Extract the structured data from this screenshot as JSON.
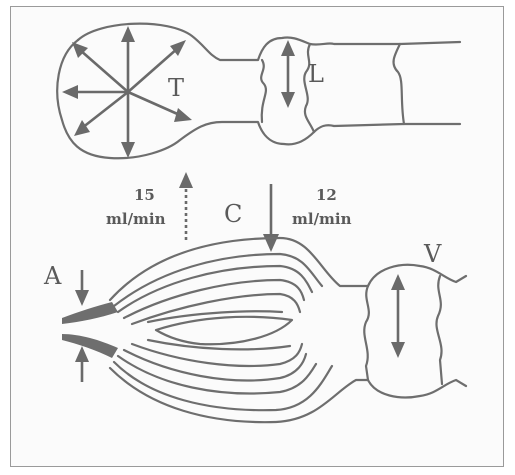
{
  "labels": {
    "T": "T",
    "L": "L",
    "C": "C",
    "V": "V",
    "A": "A"
  },
  "flows": {
    "out_value": "15",
    "out_unit": "ml/min",
    "in_value": "12",
    "in_unit": "ml/min"
  },
  "colors": {
    "stroke": "#6e6e6e",
    "background": "#fbfbfb",
    "border": "#9a9a9a"
  }
}
